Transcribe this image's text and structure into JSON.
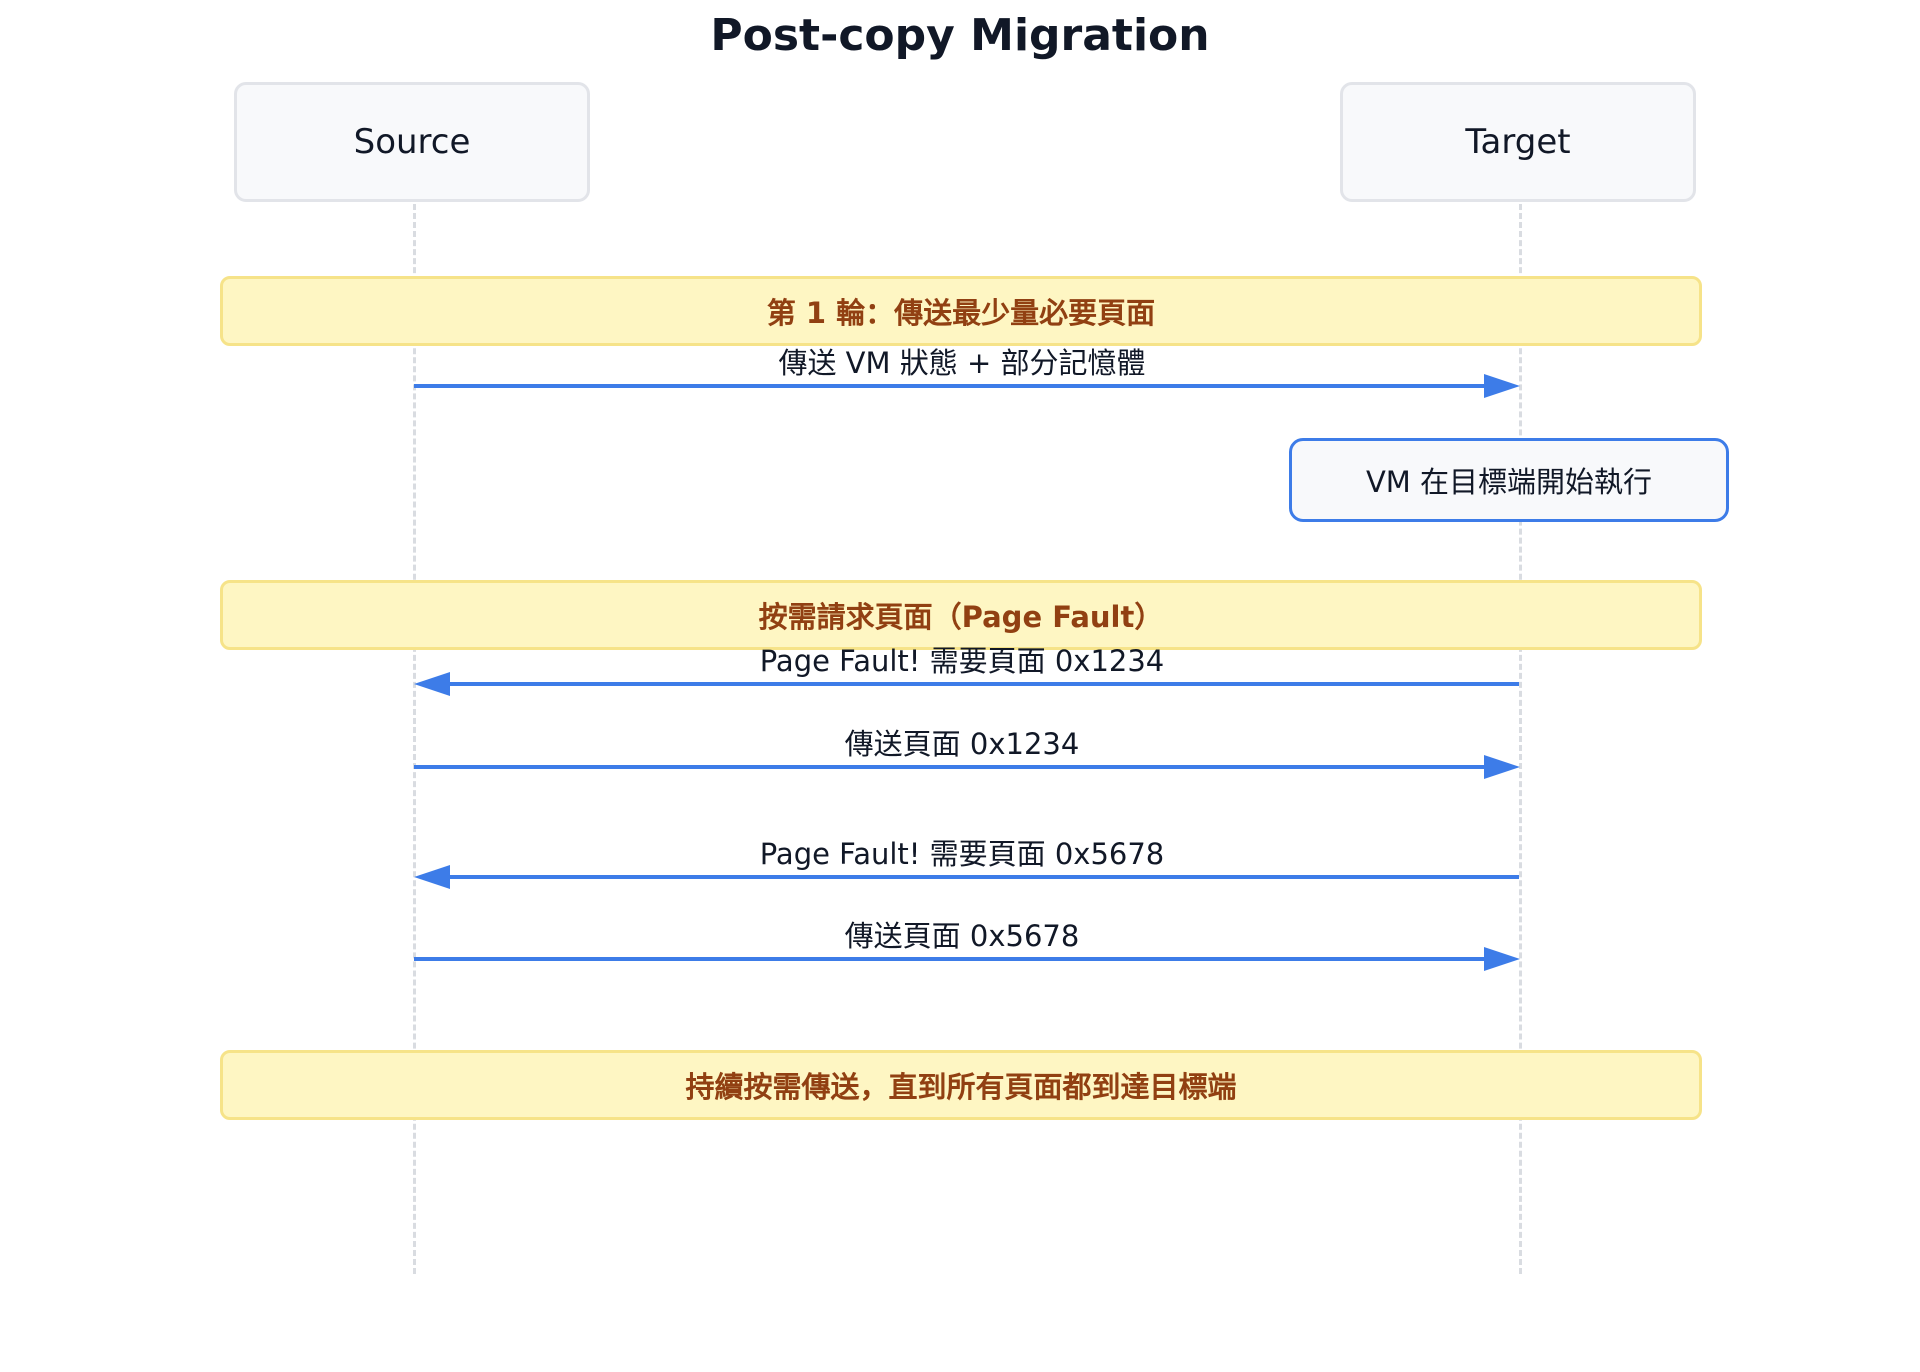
{
  "diagram": {
    "title": "Post-copy Migration",
    "participants": [
      {
        "name": "Source"
      },
      {
        "name": "Target"
      }
    ],
    "notes": [
      {
        "text": "第 1 輪：傳送最少量必要頁面"
      },
      {
        "text": "按需請求頁面（Page Fault）"
      },
      {
        "text": "持續按需傳送，直到所有頁面都到達目標端"
      }
    ],
    "state_note": {
      "text": "VM 在目標端開始執行"
    },
    "messages": [
      {
        "from": "Source",
        "to": "Target",
        "label": "傳送 VM 狀態 + 部分記憶體"
      },
      {
        "from": "Target",
        "to": "Source",
        "label": "Page Fault! 需要頁面 0x1234"
      },
      {
        "from": "Source",
        "to": "Target",
        "label": "傳送頁面 0x1234"
      },
      {
        "from": "Target",
        "to": "Source",
        "label": "Page Fault! 需要頁面 0x5678"
      },
      {
        "from": "Source",
        "to": "Target",
        "label": "傳送頁面 0x5678"
      }
    ],
    "colors": {
      "arrow": "#3d7ce8",
      "note_fill": "#fef6c3",
      "note_border": "#f6e389",
      "note_text": "#914012",
      "lifeline": "#d9dce1"
    }
  }
}
